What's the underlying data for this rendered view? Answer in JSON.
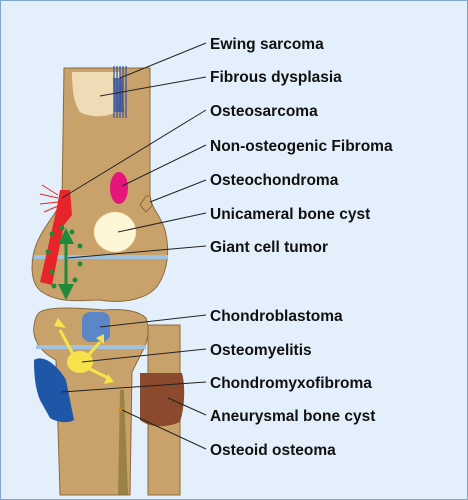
{
  "labels": [
    "Ewing sarcoma",
    "Fibrous dysplasia",
    "Osteosarcoma",
    "Non-osteogenic Fibroma",
    "Osteochondroma",
    "Unicameral bone cyst",
    "Giant cell tumor",
    "Chondroblastoma",
    "Osteomyelitis",
    "Chondromyxofibroma",
    "Aneurysmal bone cyst",
    "Osteoid osteoma"
  ],
  "colors": {
    "background": "#e3f0fb",
    "bone": "#c9a26b",
    "bone_outline": "#8a6a3c",
    "growth_plate": "#9ec2df",
    "ewing": "#2e4fa0",
    "fibrous_dysplasia": "#efdcb7",
    "osteosarcoma": "#e8242b",
    "non_osteogenic_fibroma": "#e6157c",
    "unicameral_bone_cyst": "#fdf6d6",
    "giant_cell_tumor": "#1f8a3a",
    "chondroblastoma": "#5b86c8",
    "osteomyelitis": "#f6e24a",
    "chondromyxofibroma": "#1e56a8",
    "aneurysmal_bone_cyst": "#8b4a2e",
    "osteoid_osteoma": "#c88a1e"
  }
}
